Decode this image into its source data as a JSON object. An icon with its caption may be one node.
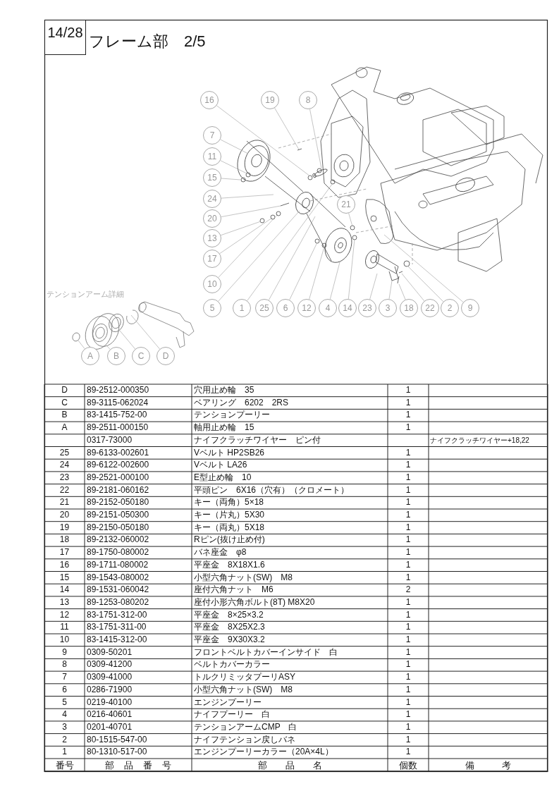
{
  "diagram": {
    "title": "フレーム部　2/5",
    "nodes": [
      {
        "text": [
          "16"
        ]
      },
      {
        "text": [
          "19"
        ]
      },
      {
        "text": [
          "8"
        ]
      },
      {
        "text": [
          "7"
        ]
      },
      {
        "text": [
          "11"
        ]
      },
      {
        "text": [
          "15"
        ]
      },
      {
        "text": [
          "24"
        ]
      },
      {
        "text": [
          "20"
        ]
      },
      {
        "text": [
          "13"
        ]
      },
      {
        "text": [
          "17"
        ]
      },
      {
        "text": [
          "10"
        ]
      },
      {
        "text": [
          "21"
        ]
      },
      {
        "text": [
          "5"
        ]
      },
      {
        "text": [
          "1"
        ]
      },
      {
        "text": [
          "25"
        ]
      },
      {
        "text": [
          "6"
        ]
      },
      {
        "text": [
          "12"
        ]
      },
      {
        "text": [
          "4"
        ]
      },
      {
        "text": [
          "14"
        ]
      },
      {
        "text": [
          "23"
        ]
      },
      {
        "text": [
          "3"
        ]
      },
      {
        "text": [
          "18"
        ]
      },
      {
        "text": [
          "22"
        ]
      },
      {
        "text": [
          "2"
        ]
      },
      {
        "text": [
          "9"
        ]
      },
      {
        "text": [
          "A"
        ]
      },
      {
        "text": [
          "B"
        ]
      },
      {
        "text": [
          "C"
        ]
      },
      {
        "text": [
          "D"
        ]
      }
    ],
    "edges": [
      {
        "from": 0,
        "to": null,
        "arrow": "none"
      },
      {
        "from": 1,
        "to": null,
        "arrow": "none"
      },
      {
        "from": 2,
        "to": null,
        "arrow": "none"
      },
      {
        "from": 3,
        "to": null,
        "arrow": "none"
      },
      {
        "from": 4,
        "to": null,
        "arrow": "none"
      },
      {
        "from": 5,
        "to": null,
        "arrow": "none"
      },
      {
        "from": 6,
        "to": null,
        "arrow": "none"
      },
      {
        "from": 7,
        "to": null,
        "arrow": "none"
      },
      {
        "from": 8,
        "to": null,
        "arrow": "none"
      },
      {
        "from": 9,
        "to": null,
        "arrow": "none"
      },
      {
        "from": 10,
        "to": null,
        "arrow": "none"
      },
      {
        "from": 11,
        "to": null,
        "arrow": "none"
      },
      {
        "from": 12,
        "to": null,
        "arrow": "none"
      },
      {
        "from": 13,
        "to": null,
        "arrow": "none"
      },
      {
        "from": 14,
        "to": null,
        "arrow": "none"
      },
      {
        "from": 15,
        "to": null,
        "arrow": "none"
      },
      {
        "from": 16,
        "to": null,
        "arrow": "none"
      },
      {
        "from": 17,
        "to": null,
        "arrow": "none"
      },
      {
        "from": 18,
        "to": null,
        "arrow": "none"
      },
      {
        "from": 19,
        "to": null,
        "arrow": "none"
      },
      {
        "from": 20,
        "to": null,
        "arrow": "none"
      },
      {
        "from": 21,
        "to": null,
        "arrow": "none"
      },
      {
        "from": 22,
        "to": null,
        "arrow": "none"
      },
      {
        "from": 23,
        "to": null,
        "arrow": "none"
      },
      {
        "from": 24,
        "to": null,
        "arrow": "none"
      },
      {
        "from": 25,
        "to": null,
        "arrow": "none"
      },
      {
        "from": 26,
        "to": null,
        "arrow": "none"
      },
      {
        "from": 27,
        "to": null,
        "arrow": "none"
      },
      {
        "from": 28,
        "to": null,
        "arrow": "none"
      }
    ],
    "labels": [
      "14/28",
      "テンションアーム詳細",
      "D",
      "89-2512-000350",
      "穴用止め輪　35",
      "1",
      "C",
      "89-3115-062024",
      "ベアリング　6202　2RS",
      "1",
      "B",
      "83-1415-752-00",
      "テンションプーリー",
      "1",
      "A",
      "89-2511-000150",
      "軸用止め輪　15",
      "1",
      "0317-73000",
      "ナイフクラッチワイヤー　ピン付",
      "ナイフクラッチワイヤー+18,22",
      "25",
      "89-6133-002601",
      "Vベルト HP2SB26",
      "1",
      "24",
      "89-6122-002600",
      "Vベルト LA26",
      "1",
      "23",
      "89-2521-000100",
      "E型止め輪　10",
      "1",
      "22",
      "89-2181-060162",
      "平頭ピン　6X16（穴有）（クロメート）",
      "1",
      "21",
      "89-2152-050180",
      "キー（両角）5×18",
      "1",
      "20",
      "89-2151-050300",
      "キー（片丸）5X30",
      "1",
      "19",
      "89-2150-050180",
      "キー（両丸）5X18",
      "1",
      "18",
      "89-2132-060002",
      "Rピン(抜け止め付)",
      "1",
      "17",
      "89-1750-080002",
      "バネ座金　φ8",
      "1",
      "16",
      "89-1711-080002",
      "平座金　8X18X1.6",
      "1",
      "15",
      "89-1543-080002",
      "小型六角ナット(SW)　M8",
      "1",
      "14",
      "89-1531-060042",
      "座付六角ナット　M6",
      "2",
      "13",
      "89-1253-080202",
      "座付小形六角ボルト(8T) M8X20",
      "1",
      "12",
      "83-1751-312-00",
      "平座金　8×25×3.2",
      "1",
      "11",
      "83-1751-311-00",
      "平座金　8X25X2.3",
      "1",
      "10",
      "83-1415-312-00",
      "平座金　9X30X3.2",
      "1",
      "9",
      "0309-50201",
      "フロントベルトカバーインサイド　白",
      "1",
      "8",
      "0309-41200",
      "ベルトカバーカラー",
      "1",
      "7",
      "0309-41000",
      "トルクリミッタプーリASY",
      "1",
      "6",
      "0286-71900",
      "小型六角ナット(SW)　M8",
      "1",
      "5",
      "0219-40100",
      "エンジンプーリー",
      "1",
      "4",
      "0216-40601",
      "ナイフプーリー　白",
      "1",
      "3",
      "0201-40701",
      "テンションアームCMP　白",
      "1",
      "2",
      "80-1515-547-00",
      "ナイフテンション戻しバネ",
      "1",
      "1",
      "80-1310-517-00",
      "エンジンプーリーカラー（20A×4L）",
      "1",
      "番号",
      "部品番号",
      "部品名",
      "個数",
      "備考"
    ]
  }
}
